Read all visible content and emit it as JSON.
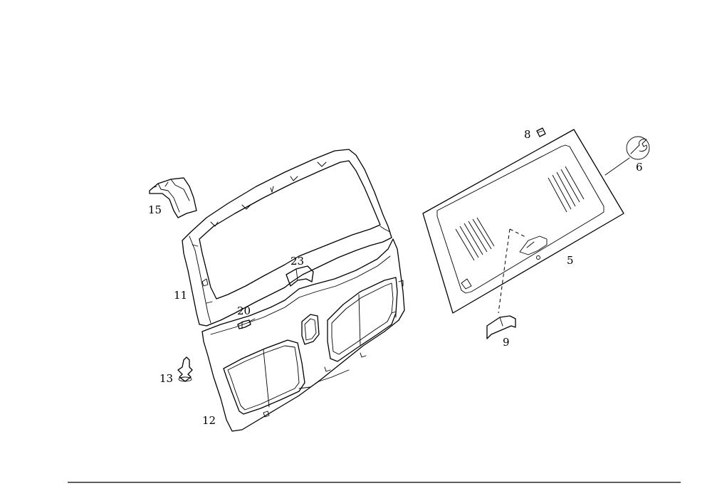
{
  "callouts": {
    "c15": "15",
    "c11": "11",
    "c23": "23",
    "c20": "20",
    "c13": "13",
    "c12": "12",
    "c8": "8",
    "c6": "6",
    "c5": "5",
    "c9": "9"
  },
  "icons": {
    "tool": "wrench-icon"
  }
}
